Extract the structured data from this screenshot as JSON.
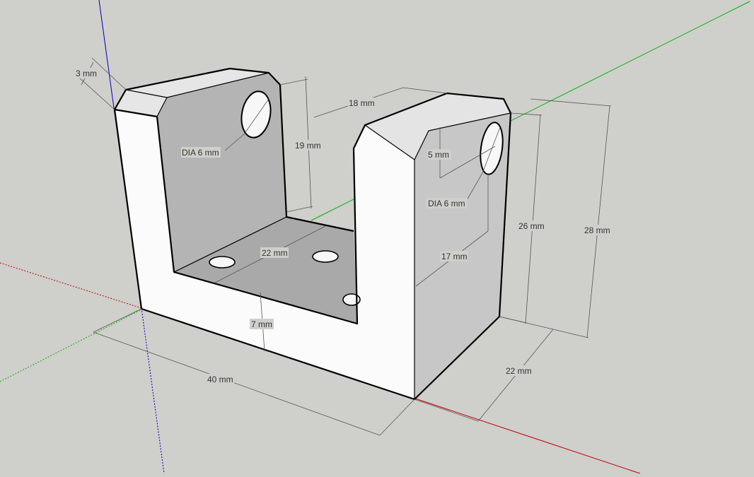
{
  "scene": {
    "background": "#cfcfcb",
    "axis_colors": {
      "red": "#c00000",
      "green": "#00b000",
      "blue": "#0000c0"
    }
  },
  "dimensions": {
    "top_chamfer": "3 mm",
    "left_hole": "DIA 6 mm",
    "left_height": "19 mm",
    "gap_width": "18 mm",
    "right_chamfer": "5 mm",
    "right_hole": "DIA 6 mm",
    "inner_width": "22 mm",
    "right_hole_offset": "17 mm",
    "base_thickness": "7 mm",
    "total_length": "40 mm",
    "depth": "22 mm",
    "height_26": "26 mm",
    "height_28": "28 mm"
  }
}
